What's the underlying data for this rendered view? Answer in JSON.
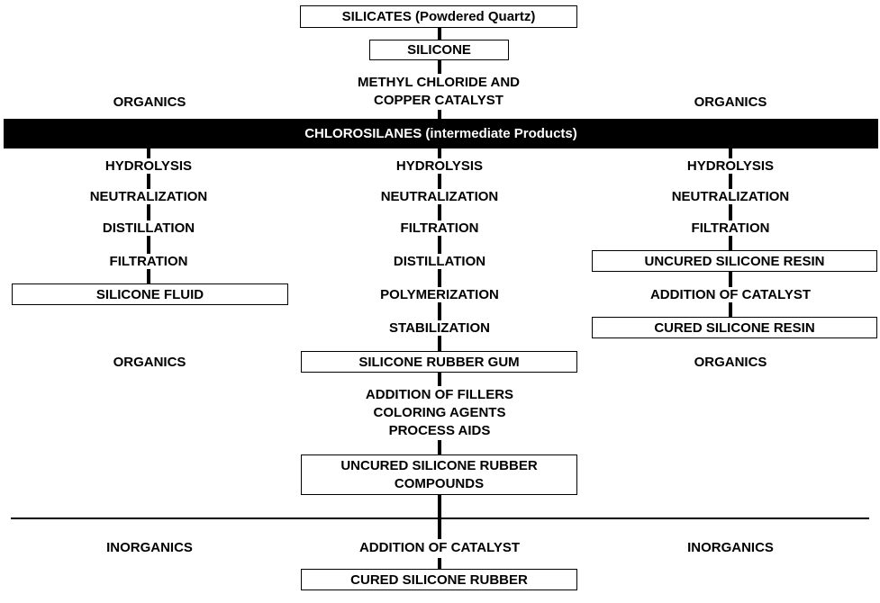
{
  "top": {
    "silicates": "SILICATES (Powdered Quartz)",
    "silicone": "SILICONE",
    "methyl_line1": "METHYL CHLORIDE AND",
    "methyl_line2": "COPPER CATALYST",
    "organics_left": "ORGANICS",
    "organics_right": "ORGANICS"
  },
  "banner": "CHLOROSILANES (intermediate Products)",
  "left": {
    "hydrolysis": "HYDROLYSIS",
    "neutralization": "NEUTRALIZATION",
    "distillation": "DISTILLATION",
    "filtration": "FILTRATION",
    "product": "SILICONE FLUID",
    "organics": "ORGANICS",
    "inorganics": "INORGANICS"
  },
  "center": {
    "hydrolysis": "HYDROLYSIS",
    "neutralization": "NEUTRALIZATION",
    "filtration": "FILTRATION",
    "distillation": "DISTILLATION",
    "polymerization": "POLYMERIZATION",
    "stabilization": "STABILIZATION",
    "gum": "SILICONE RUBBER GUM",
    "fillers_line1": "ADDITION OF FILLERS",
    "fillers_line2": "COLORING AGENTS",
    "fillers_line3": "PROCESS AIDS",
    "uncured_line1": "UNCURED SILICONE RUBBER",
    "uncured_line2": "COMPOUNDS",
    "catalyst": "ADDITION OF CATALYST",
    "cured": "CURED SILICONE RUBBER"
  },
  "right": {
    "hydrolysis": "HYDROLYSIS",
    "neutralization": "NEUTRALIZATION",
    "filtration": "FILTRATION",
    "uncured_resin": "UNCURED SILICONE RESIN",
    "catalyst": "ADDITION OF CATALYST",
    "cured_resin": "CURED SILICONE RESIN",
    "organics": "ORGANICS",
    "inorganics": "INORGANICS"
  }
}
